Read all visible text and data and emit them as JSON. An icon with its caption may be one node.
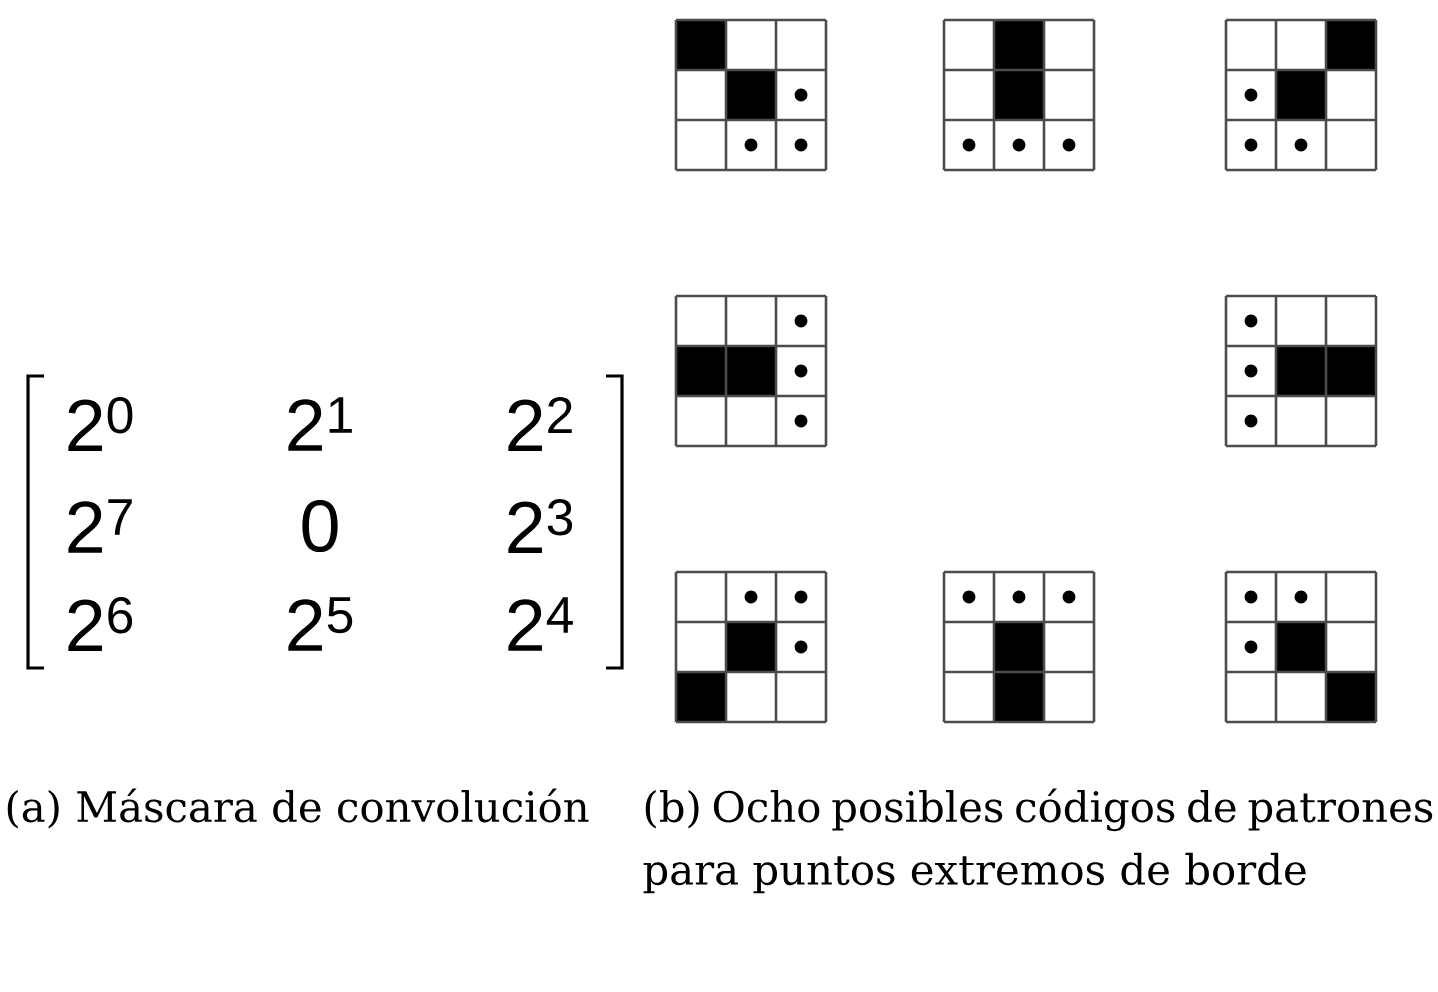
{
  "diagram": {
    "labels": [
      "2$^{0}$",
      "2$^{1}$",
      "2$^{2}$",
      "2$^{7}$",
      "0",
      "2$^{3}$",
      "2$^{6}$",
      "2$^{5}$",
      "2$^{4}$",
      "(a) Máscara de convolución",
      "(b) Ocho posibles códigos de patrones para puntos extremos de borde"
    ]
  }
}
